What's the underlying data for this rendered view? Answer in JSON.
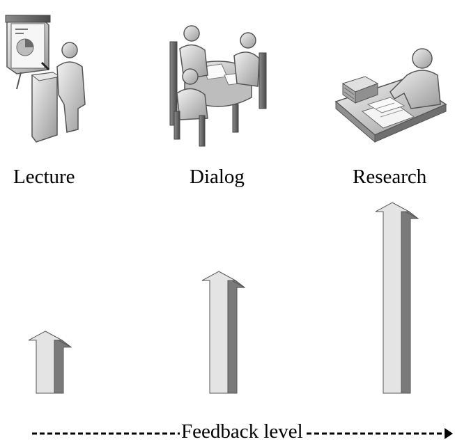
{
  "columns": [
    {
      "label": "Lecture",
      "icon": "presenter-at-podium-icon",
      "level": 0.27
    },
    {
      "label": "Dialog",
      "icon": "group-discussion-icon",
      "level": 0.53
    },
    {
      "label": "Research",
      "icon": "person-studying-documents-icon",
      "level": 0.83
    }
  ],
  "axis": {
    "label": "Feedback level"
  },
  "colors": {
    "arrow_front": "#e4e4e4",
    "arrow_side": "#7a7a7a",
    "outline": "#555555",
    "figure": "#c9c9c9"
  }
}
